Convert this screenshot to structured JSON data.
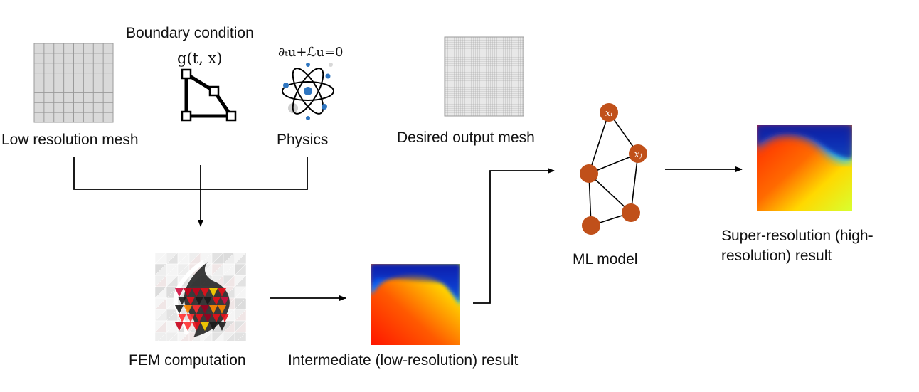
{
  "labels": {
    "boundary_condition": "Boundary condition",
    "low_res_mesh": "Low resolution mesh",
    "physics": "Physics",
    "desired_output_mesh": "Desired output mesh",
    "ml_model": "ML model",
    "super_resolution": "Super-resolution (high-resolution) result",
    "fem_computation": "FEM computation",
    "intermediate": "Intermediate (low-resolution) result"
  },
  "math": {
    "boundary_fn": "g(t, x)",
    "pde": "∂ₜu+ℒu=0",
    "node_i": "xᵢ",
    "node_j": "xⱼ"
  },
  "colors": {
    "mesh_fill": "#d9d9d9",
    "mesh_line": "#9a9a9a",
    "node": "#c0501a",
    "atom": "#2e75c0"
  },
  "icons": [
    "grid-mesh-icon",
    "boundary-polygon-icon",
    "atom-icon",
    "fine-mesh-icon",
    "graph-network-icon",
    "fem-logo-icon",
    "heatmap-icon"
  ]
}
